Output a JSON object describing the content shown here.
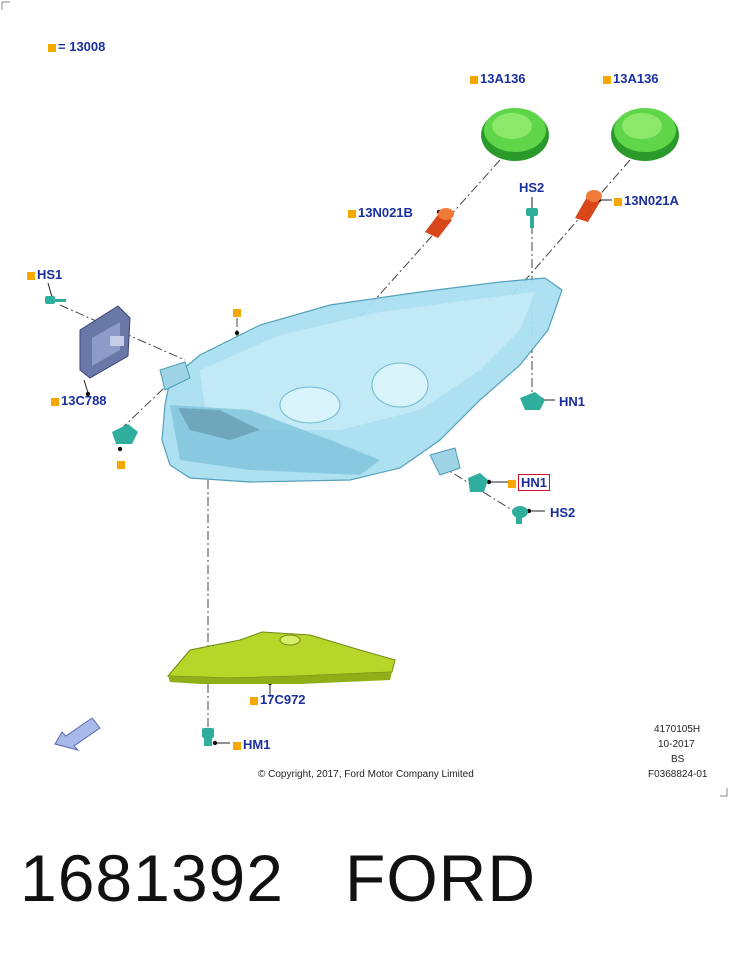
{
  "legend": {
    "swatch_color": "#f6a800",
    "equals": "=",
    "code": "13008"
  },
  "callouts": {
    "grommet_left": "13A136",
    "grommet_right": "13A136",
    "bulb_left": "13N021B",
    "bulb_right": "13N021A",
    "screw_hs2_top": "HS2",
    "screw_hs1": "HS1",
    "module": "13C788",
    "hn1_right": "HN1",
    "hn1_highlight": "HN1",
    "hs2_bottom": "HS2",
    "shield": "17C972",
    "hm1": "HM1"
  },
  "colors": {
    "callout_text": "#1a2f9e",
    "highlight_border": "#d0102a",
    "grommet_green": "#3fc23a",
    "bulb_orange": "#e0541e",
    "headlamp_blue": "#8fd3e8",
    "shield_yellow_green": "#b6d62a"
  },
  "info": {
    "line1": "4170105H",
    "line2": "10-2017",
    "line3": "BS",
    "line4": "F0368824-01"
  },
  "copyright": "© Copyright, 2017, Ford Motor Company Limited",
  "footer": {
    "part_number": "1681392",
    "brand": "FORD"
  }
}
